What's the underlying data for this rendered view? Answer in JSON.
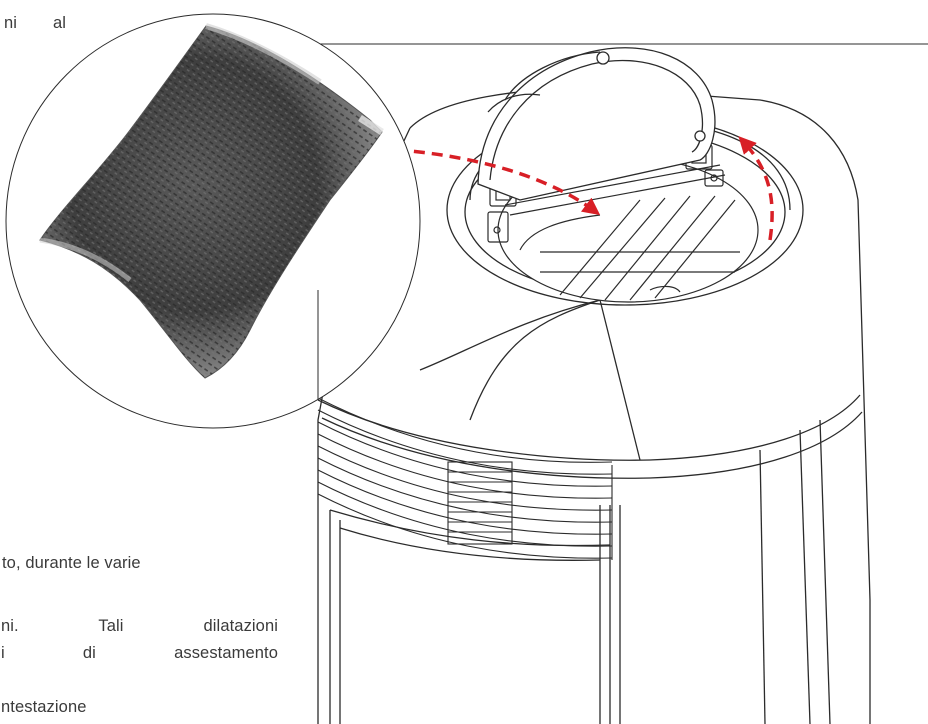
{
  "text": {
    "top_fragment_a": "ni",
    "top_fragment_b": "al",
    "line1": "to, durante le varie",
    "line2": "ni. Tali dilatazioni",
    "line3": "i di assestamento",
    "line4": "ntestazione"
  },
  "figure": {
    "arrow_color": "#d81f26",
    "line_color": "#2b2b2b"
  }
}
